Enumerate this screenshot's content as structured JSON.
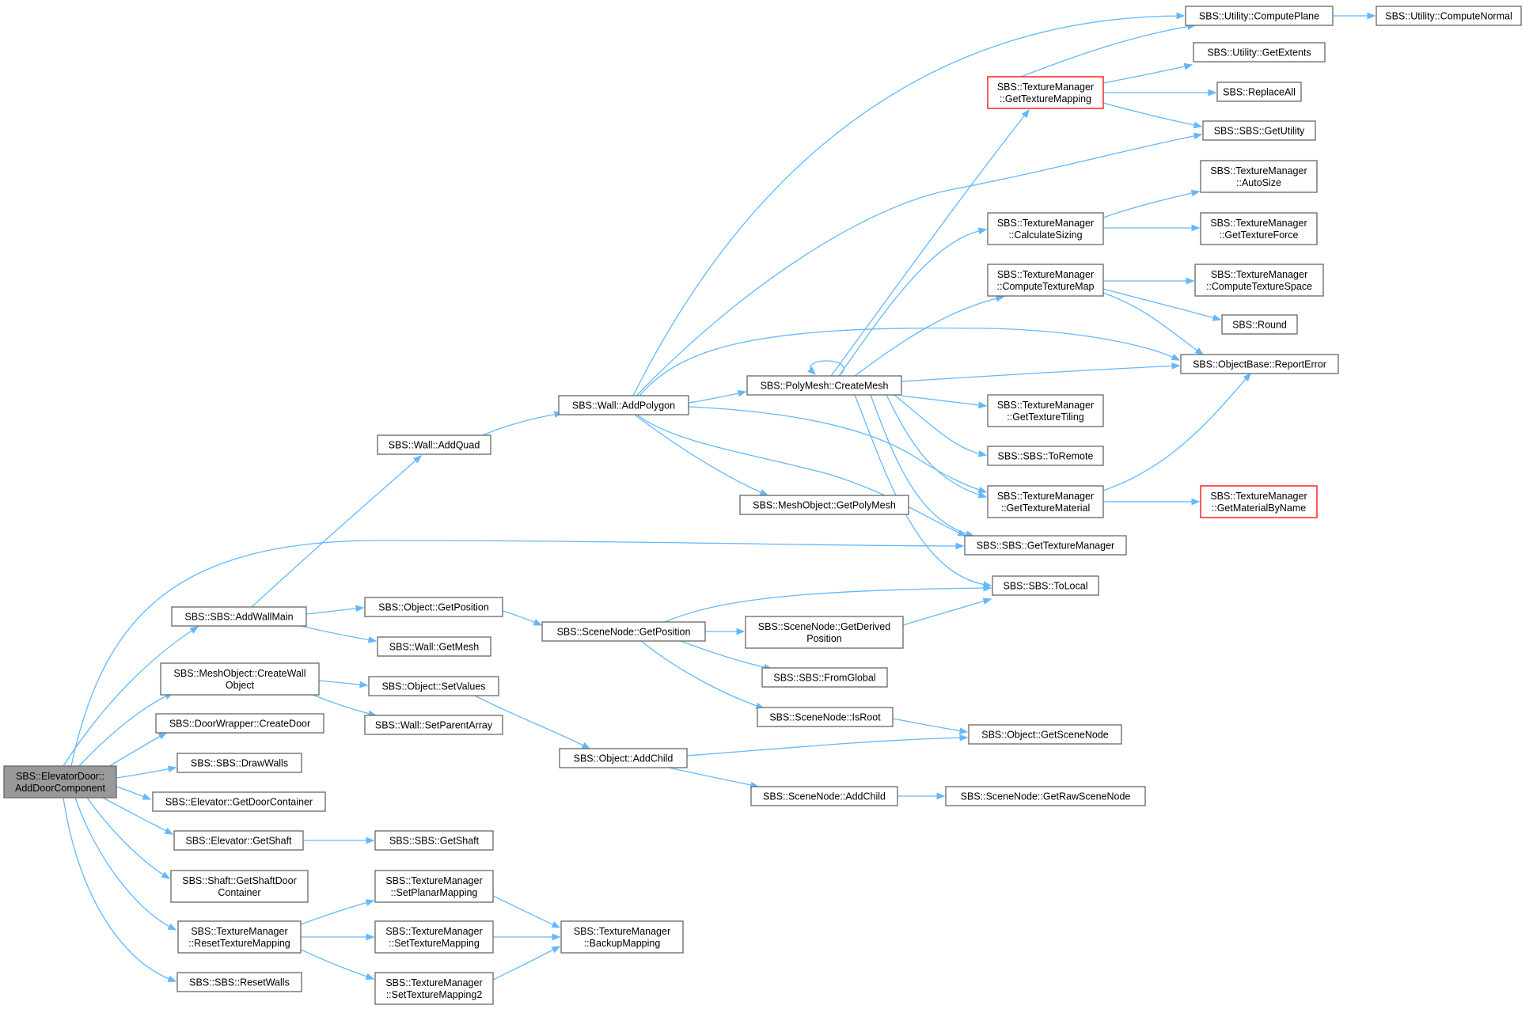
{
  "colors": {
    "edge": "#63b8ff",
    "root_fill": "#999999",
    "node_border": "#666666",
    "highlight_border": "#ff0000"
  },
  "nodes": {
    "root": {
      "lines": [
        "SBS::ElevatorDoor::",
        "AddDoorComponent"
      ],
      "style": "root"
    },
    "addWallMain": {
      "lines": [
        "SBS::SBS::AddWallMain"
      ]
    },
    "createWallObject": {
      "lines": [
        "SBS::MeshObject::CreateWall",
        "Object"
      ]
    },
    "createDoor": {
      "lines": [
        "SBS::DoorWrapper::CreateDoor"
      ]
    },
    "drawWalls": {
      "lines": [
        "SBS::SBS::DrawWalls"
      ]
    },
    "getDoorContainer": {
      "lines": [
        "SBS::Elevator::GetDoorContainer"
      ]
    },
    "getShaft": {
      "lines": [
        "SBS::Elevator::GetShaft"
      ]
    },
    "getShaftDoorContainer": {
      "lines": [
        "SBS::Shaft::GetShaftDoor",
        "Container"
      ]
    },
    "resetTextureMapping": {
      "lines": [
        "SBS::TextureManager",
        "::ResetTextureMapping"
      ]
    },
    "resetWalls": {
      "lines": [
        "SBS::SBS::ResetWalls"
      ]
    },
    "addQuad": {
      "lines": [
        "SBS::Wall::AddQuad"
      ]
    },
    "objGetPosition": {
      "lines": [
        "SBS::Object::GetPosition"
      ]
    },
    "wallGetMesh": {
      "lines": [
        "SBS::Wall::GetMesh"
      ]
    },
    "setValues": {
      "lines": [
        "SBS::Object::SetValues"
      ]
    },
    "setParentArray": {
      "lines": [
        "SBS::Wall::SetParentArray"
      ]
    },
    "sbsGetShaft": {
      "lines": [
        "SBS::SBS::GetShaft"
      ]
    },
    "setPlanarMapping": {
      "lines": [
        "SBS::TextureManager",
        "::SetPlanarMapping"
      ]
    },
    "setTextureMapping": {
      "lines": [
        "SBS::TextureManager",
        "::SetTextureMapping"
      ]
    },
    "setTextureMapping2": {
      "lines": [
        "SBS::TextureManager",
        "::SetTextureMapping2"
      ]
    },
    "addPolygon": {
      "lines": [
        "SBS::Wall::AddPolygon"
      ]
    },
    "snGetPosition": {
      "lines": [
        "SBS::SceneNode::GetPosition"
      ]
    },
    "addChild": {
      "lines": [
        "SBS::Object::AddChild"
      ]
    },
    "backupMapping": {
      "lines": [
        "SBS::TextureManager",
        "::BackupMapping"
      ]
    },
    "createMesh": {
      "lines": [
        "SBS::PolyMesh::CreateMesh"
      ]
    },
    "getPolyMesh": {
      "lines": [
        "SBS::MeshObject::GetPolyMesh"
      ]
    },
    "getDerivedPosition": {
      "lines": [
        "SBS::SceneNode::GetDerived",
        "Position"
      ]
    },
    "fromGlobal": {
      "lines": [
        "SBS::SBS::FromGlobal"
      ]
    },
    "isRoot": {
      "lines": [
        "SBS::SceneNode::IsRoot"
      ]
    },
    "snAddChild": {
      "lines": [
        "SBS::SceneNode::AddChild"
      ]
    },
    "getTextureMapping": {
      "lines": [
        "SBS::TextureManager",
        "::GetTextureMapping"
      ],
      "style": "red"
    },
    "calculateSizing": {
      "lines": [
        "SBS::TextureManager",
        "::CalculateSizing"
      ]
    },
    "computeTextureMap": {
      "lines": [
        "SBS::TextureManager",
        "::ComputeTextureMap"
      ]
    },
    "getTextureTiling": {
      "lines": [
        "SBS::TextureManager",
        "::GetTextureTiling"
      ]
    },
    "toRemote": {
      "lines": [
        "SBS::SBS::ToRemote"
      ]
    },
    "getTextureMaterial": {
      "lines": [
        "SBS::TextureManager",
        "::GetTextureMaterial"
      ]
    },
    "getTextureManager": {
      "lines": [
        "SBS::SBS::GetTextureManager"
      ]
    },
    "toLocal": {
      "lines": [
        "SBS::SBS::ToLocal"
      ]
    },
    "getSceneNode": {
      "lines": [
        "SBS::Object::GetSceneNode"
      ]
    },
    "getRawSceneNode": {
      "lines": [
        "SBS::SceneNode::GetRawSceneNode"
      ]
    },
    "computePlane": {
      "lines": [
        "SBS::Utility::ComputePlane"
      ]
    },
    "getExtents": {
      "lines": [
        "SBS::Utility::GetExtents"
      ]
    },
    "replaceAll": {
      "lines": [
        "SBS::ReplaceAll"
      ]
    },
    "getUtility": {
      "lines": [
        "SBS::SBS::GetUtility"
      ]
    },
    "autoSize": {
      "lines": [
        "SBS::TextureManager",
        "::AutoSize"
      ]
    },
    "getTextureForce": {
      "lines": [
        "SBS::TextureManager",
        "::GetTextureForce"
      ]
    },
    "computeTextureSpace": {
      "lines": [
        "SBS::TextureManager",
        "::ComputeTextureSpace"
      ]
    },
    "round": {
      "lines": [
        "SBS::Round"
      ]
    },
    "reportError": {
      "lines": [
        "SBS::ObjectBase::ReportError"
      ]
    },
    "getMaterialByName": {
      "lines": [
        "SBS::TextureManager",
        "::GetMaterialByName"
      ],
      "style": "red"
    },
    "computeNormal": {
      "lines": [
        "SBS::Utility::ComputeNormal"
      ]
    }
  },
  "edges": [
    [
      "root",
      "addWallMain"
    ],
    [
      "root",
      "createWallObject"
    ],
    [
      "root",
      "createDoor"
    ],
    [
      "root",
      "drawWalls"
    ],
    [
      "root",
      "getDoorContainer"
    ],
    [
      "root",
      "getShaft"
    ],
    [
      "root",
      "getShaftDoorContainer"
    ],
    [
      "root",
      "resetTextureMapping"
    ],
    [
      "root",
      "resetWalls"
    ],
    [
      "root",
      "getTextureManager"
    ],
    [
      "addWallMain",
      "addQuad"
    ],
    [
      "addWallMain",
      "objGetPosition"
    ],
    [
      "addWallMain",
      "wallGetMesh"
    ],
    [
      "createWallObject",
      "setValues"
    ],
    [
      "createWallObject",
      "setParentArray"
    ],
    [
      "getShaft",
      "sbsGetShaft"
    ],
    [
      "resetTextureMapping",
      "setPlanarMapping"
    ],
    [
      "resetTextureMapping",
      "setTextureMapping"
    ],
    [
      "resetTextureMapping",
      "setTextureMapping2"
    ],
    [
      "setPlanarMapping",
      "backupMapping"
    ],
    [
      "setTextureMapping",
      "backupMapping"
    ],
    [
      "setTextureMapping2",
      "backupMapping"
    ],
    [
      "addQuad",
      "addPolygon"
    ],
    [
      "objGetPosition",
      "snGetPosition"
    ],
    [
      "setValues",
      "addChild"
    ],
    [
      "addPolygon",
      "computePlane"
    ],
    [
      "addPolygon",
      "getUtility"
    ],
    [
      "addPolygon",
      "createMesh"
    ],
    [
      "addPolygon",
      "reportError"
    ],
    [
      "addPolygon",
      "getPolyMesh"
    ],
    [
      "addPolygon",
      "getTextureMaterial"
    ],
    [
      "addPolygon",
      "getTextureManager"
    ],
    [
      "snGetPosition",
      "toLocal"
    ],
    [
      "snGetPosition",
      "getDerivedPosition"
    ],
    [
      "snGetPosition",
      "fromGlobal"
    ],
    [
      "snGetPosition",
      "isRoot"
    ],
    [
      "addChild",
      "getSceneNode"
    ],
    [
      "addChild",
      "snAddChild"
    ],
    [
      "createMesh",
      "createMesh"
    ],
    [
      "createMesh",
      "getTextureMapping"
    ],
    [
      "createMesh",
      "calculateSizing"
    ],
    [
      "createMesh",
      "computeTextureMap"
    ],
    [
      "createMesh",
      "reportError"
    ],
    [
      "createMesh",
      "getTextureTiling"
    ],
    [
      "createMesh",
      "toRemote"
    ],
    [
      "createMesh",
      "getTextureMaterial"
    ],
    [
      "createMesh",
      "getTextureManager"
    ],
    [
      "createMesh",
      "toLocal"
    ],
    [
      "getDerivedPosition",
      "toLocal"
    ],
    [
      "isRoot",
      "getSceneNode"
    ],
    [
      "snAddChild",
      "getRawSceneNode"
    ],
    [
      "getTextureMapping",
      "computePlane"
    ],
    [
      "getTextureMapping",
      "getExtents"
    ],
    [
      "getTextureMapping",
      "replaceAll"
    ],
    [
      "getTextureMapping",
      "getUtility"
    ],
    [
      "calculateSizing",
      "autoSize"
    ],
    [
      "calculateSizing",
      "getTextureForce"
    ],
    [
      "computeTextureMap",
      "computeTextureSpace"
    ],
    [
      "computeTextureMap",
      "round"
    ],
    [
      "computeTextureMap",
      "reportError"
    ],
    [
      "getTextureMaterial",
      "reportError"
    ],
    [
      "getTextureMaterial",
      "getMaterialByName"
    ],
    [
      "computePlane",
      "computeNormal"
    ]
  ]
}
